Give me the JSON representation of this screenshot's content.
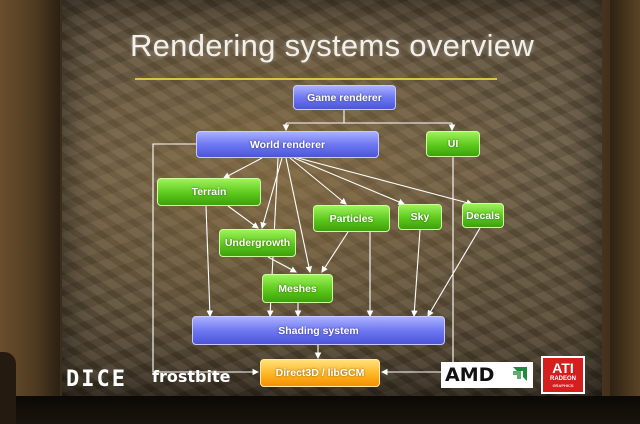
{
  "slide": {
    "title": "Rendering systems overview"
  },
  "nodes": {
    "game_renderer": "Game renderer",
    "world_renderer": "World renderer",
    "ui": "UI",
    "terrain": "Terrain",
    "undergrowth": "Undergrowth",
    "particles": "Particles",
    "sky": "Sky",
    "decals": "Decals",
    "meshes": "Meshes",
    "shading_system": "Shading system",
    "direct3d": "Direct3D / libGCM"
  },
  "logos": {
    "dice": "DICE",
    "frostbite": "frostbite",
    "amd": "AMD",
    "ati_main": "ATI",
    "ati_sub": "RADEON",
    "ati_tag": "GRAPHICS"
  },
  "colors": {
    "node_blue": "#6f78f2",
    "node_green": "#5cc91c",
    "node_orange": "#ffb423",
    "title_rule": "#d8c440",
    "ati_red": "#d51f1f"
  }
}
